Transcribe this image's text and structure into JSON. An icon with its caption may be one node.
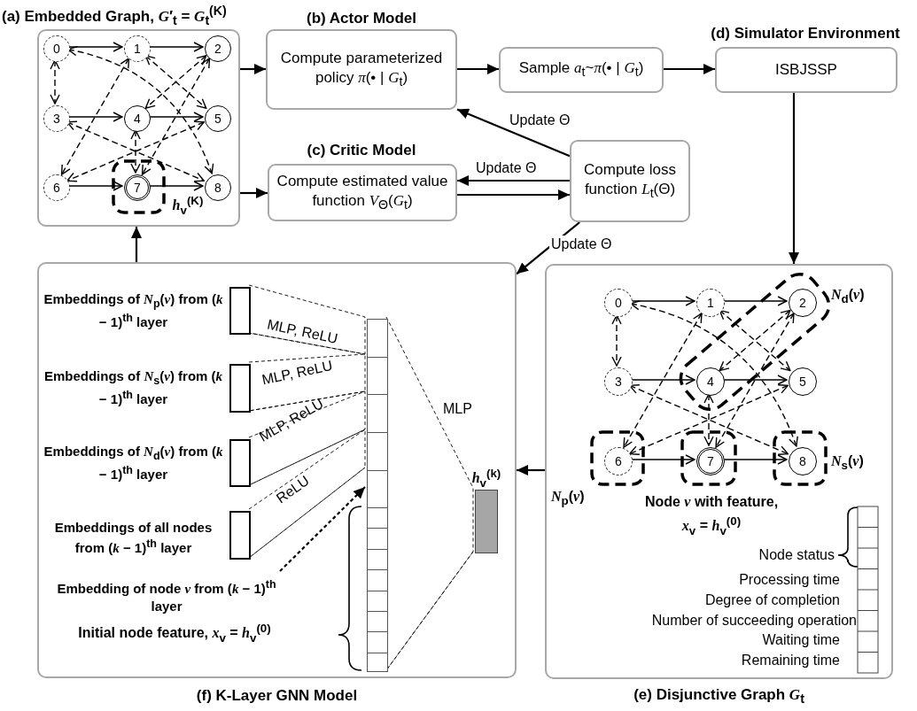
{
  "diagram": {
    "nodes": [
      {
        "text": [
          "(a) Embedded Graph, *G*′$_{t}$ = *G*$_{t}$$^{(K)}$"
        ]
      },
      {
        "text": [
          "0"
        ],
        "in": 0
      },
      {
        "text": [
          "1"
        ],
        "in": 0
      },
      {
        "text": [
          "2"
        ],
        "in": 0
      },
      {
        "text": [
          "3"
        ],
        "in": 0
      },
      {
        "text": [
          "4"
        ],
        "in": 0
      },
      {
        "text": [
          "5"
        ],
        "in": 0
      },
      {
        "text": [
          "6"
        ],
        "in": 0
      },
      {
        "text": [
          "7"
        ],
        "in": 0
      },
      {
        "text": [
          "8"
        ],
        "in": 0
      },
      {
        "text": [
          "(b) Actor Model",
          "Compute parameterized policy *π*(• | *G*$_{t}$)"
        ]
      },
      {
        "text": [
          "Sample *a*$_{t}$~*π*(• | *G*$_{t}$)"
        ]
      },
      {
        "text": [
          "(d) Simulator Environment",
          "ISBJSSP"
        ]
      },
      {
        "text": [
          "(c) Critic Model",
          "Compute estimated value function *V*$_{Θ}$(*G*$_{t}$)"
        ]
      },
      {
        "text": [
          "Compute loss function *L*$_{t}$(Θ)"
        ]
      },
      {
        "text": [
          "(f) K-Layer GNN Model"
        ]
      },
      {
        "text": [
          "Embeddings of *N*$_{p}$(*v*) from (*k* − 1)$^{th}$ layer"
        ],
        "in": 15
      },
      {
        "text": [
          "Embeddings of *N*$_{s}$(*v*) from (*k* − 1)$^{th}$ layer"
        ],
        "in": 15
      },
      {
        "text": [
          "Embeddings of *N*$_{d}$(*v*) from (*k* − 1)$^{th}$ layer"
        ],
        "in": 15
      },
      {
        "text": [
          "Embeddings of all nodes from (*k* − 1)$^{th}$ layer"
        ],
        "in": 15
      },
      {
        "text": [],
        "shape": "bar",
        "in": 15
      },
      {
        "text": [
          "Embedding of node *v* from (*k* − 1)$^{th}$ layer"
        ],
        "in": 15
      },
      {
        "text": [
          "*h*$_{v}$$^{(k)}$"
        ],
        "in": 15
      },
      {
        "text": [
          "(e) Disjunctive Graph *G*$_{t}$"
        ]
      },
      {
        "text": [
          "0"
        ],
        "in": 23
      },
      {
        "text": [
          "1"
        ],
        "in": 23
      },
      {
        "text": [
          "2"
        ],
        "in": 23,
        "beside": [
          "*N*$_{d}$(*v*)"
        ]
      },
      {
        "text": [
          "3"
        ],
        "in": 23
      },
      {
        "text": [
          "4"
        ],
        "in": 23
      },
      {
        "text": [
          "5"
        ],
        "in": 23
      },
      {
        "text": [
          "6"
        ],
        "in": 23,
        "beside": [
          "*N*$_{p}$(*v*)"
        ]
      },
      {
        "text": [
          "7"
        ],
        "in": 23,
        "beside": [
          "Node *v* with feature, *x*$_{v}$ = *h*$_{v}$$^{(0)}$"
        ]
      },
      {
        "text": [
          "8"
        ],
        "in": 23,
        "beside": [
          "*N*$_{s}$(*v*)"
        ]
      }
    ],
    "edges": [
      {
        "from": 0,
        "to": 10,
        "arrow": "to"
      },
      {
        "from": 0,
        "to": 13,
        "arrow": "to"
      },
      {
        "from": 10,
        "to": 11,
        "arrow": "to"
      },
      {
        "from": 11,
        "to": 12,
        "arrow": "to"
      },
      {
        "from": 12,
        "to": 23,
        "arrow": "to"
      },
      {
        "from": 14,
        "to": 10,
        "arrow": "to",
        "label": "Update Θ"
      },
      {
        "from": 14,
        "to": 13,
        "arrow": "to",
        "label": "Update Θ"
      },
      {
        "from": 13,
        "to": 14,
        "arrow": "to"
      },
      {
        "from": 14,
        "to": 15,
        "arrow": "to",
        "label": "Update Θ"
      },
      {
        "from": 23,
        "to": 15,
        "arrow": "to"
      },
      {
        "from": 15,
        "to": 0,
        "arrow": "to"
      },
      {
        "from": 16,
        "to": 20,
        "arrow": "none",
        "style": "dashed",
        "label": "MLP, ReLU"
      },
      {
        "from": 17,
        "to": 20,
        "arrow": "none",
        "style": "dashed",
        "label": "MLP, ReLU"
      },
      {
        "from": 18,
        "to": 20,
        "arrow": "none",
        "style": "dashed",
        "label": "MLP, ReLU"
      },
      {
        "from": 19,
        "to": 20,
        "arrow": "none",
        "style": "dashed",
        "label": "ReLU"
      },
      {
        "from": 21,
        "to": 20,
        "arrow": "to",
        "style": "dashed"
      },
      {
        "from": 20,
        "to": 22,
        "arrow": "none",
        "style": "dashed",
        "label": "MLP"
      },
      {
        "from": 1,
        "to": 2,
        "arrow": "to"
      },
      {
        "from": 2,
        "to": 3,
        "arrow": "to"
      },
      {
        "from": 4,
        "to": 5,
        "arrow": "to"
      },
      {
        "from": 5,
        "to": 6,
        "arrow": "to"
      },
      {
        "from": 7,
        "to": 8,
        "arrow": "to"
      },
      {
        "from": 8,
        "to": 9,
        "arrow": "to"
      },
      {
        "from": 1,
        "to": 4,
        "arrow": "both",
        "style": "dashed"
      },
      {
        "from": 1,
        "to": 9,
        "arrow": "both",
        "style": "dashed"
      },
      {
        "from": 2,
        "to": 6,
        "arrow": "both",
        "style": "dashed"
      },
      {
        "from": 2,
        "to": 7,
        "arrow": "both",
        "style": "dashed"
      },
      {
        "from": 3,
        "to": 5,
        "arrow": "both",
        "style": "dashed"
      },
      {
        "from": 3,
        "to": 8,
        "arrow": "both",
        "style": "dashed"
      },
      {
        "from": 4,
        "to": 9,
        "arrow": "both",
        "style": "dashed"
      },
      {
        "from": 6,
        "to": 7,
        "arrow": "both",
        "style": "dashed"
      },
      {
        "from": 5,
        "to": 8,
        "arrow": "both",
        "style": "dashed"
      },
      {
        "from": 24,
        "to": 25,
        "arrow": "to"
      },
      {
        "from": 25,
        "to": 26,
        "arrow": "to"
      },
      {
        "from": 27,
        "to": 28,
        "arrow": "to"
      },
      {
        "from": 28,
        "to": 29,
        "arrow": "to"
      },
      {
        "from": 30,
        "to": 31,
        "arrow": "to"
      },
      {
        "from": 31,
        "to": 32,
        "arrow": "to"
      },
      {
        "from": 24,
        "to": 27,
        "arrow": "both",
        "style": "dashed"
      },
      {
        "from": 24,
        "to": 32,
        "arrow": "both",
        "style": "dashed"
      },
      {
        "from": 25,
        "to": 29,
        "arrow": "both",
        "style": "dashed"
      },
      {
        "from": 25,
        "to": 30,
        "arrow": "both",
        "style": "dashed"
      },
      {
        "from": 26,
        "to": 28,
        "arrow": "both",
        "style": "dashed"
      },
      {
        "from": 26,
        "to": 31,
        "arrow": "both",
        "style": "dashed"
      },
      {
        "from": 27,
        "to": 32,
        "arrow": "both",
        "style": "dashed"
      },
      {
        "from": 29,
        "to": 30,
        "arrow": "both",
        "style": "dashed"
      },
      {
        "from": 28,
        "to": 31,
        "arrow": "both",
        "style": "dashed"
      }
    ],
    "labels": [
      "*h*$_{v}$$^{(K)}$",
      "Initial node feature, *x*$_{v}$ = *h*$_{v}$$^{(0)}$",
      "Node status",
      "Processing time",
      "Degree of completion",
      "Number of succeeding operation",
      "Waiting time",
      "Remaining time"
    ]
  }
}
